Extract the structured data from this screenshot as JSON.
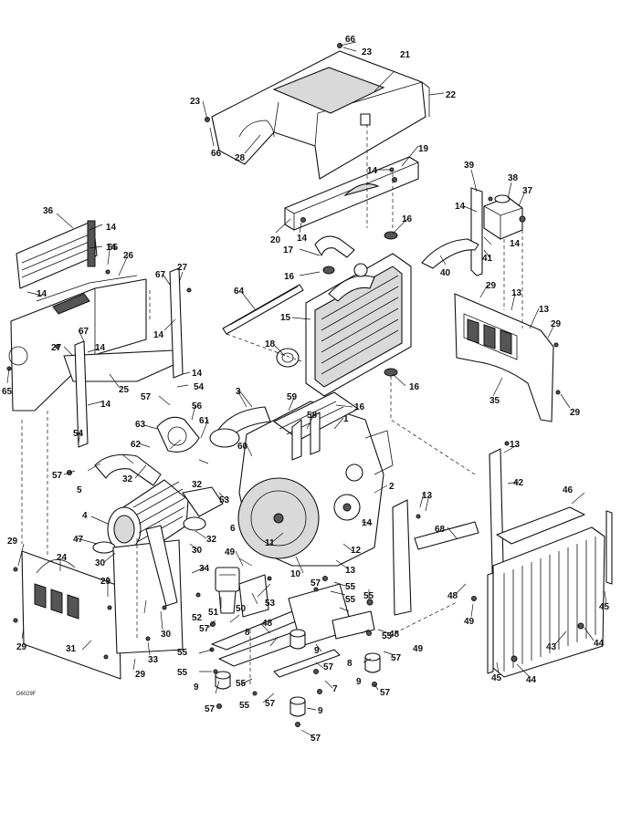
{
  "drawing": {
    "code": "D6029F",
    "callouts": {
      "c1": "1",
      "c2": "2",
      "c3": "3",
      "c4": "4",
      "c5": "5",
      "c6": "6",
      "c7": "7",
      "c8": "8",
      "c9": "9",
      "c10": "10",
      "c11": "11",
      "c12": "12",
      "c13": "13",
      "c14": "14",
      "c15": "15",
      "c16": "16",
      "c17": "17",
      "c18": "18",
      "c19": "19",
      "c20": "20",
      "c21": "21",
      "c22": "22",
      "c23": "23",
      "c24": "24",
      "c25": "25",
      "c26": "26",
      "c27": "27",
      "c28": "28",
      "c29": "29",
      "c30": "30",
      "c31": "31",
      "c32": "32",
      "c33": "33",
      "c34": "34",
      "c35": "35",
      "c36": "36",
      "c37": "37",
      "c38": "38",
      "c39": "39",
      "c40": "40",
      "c41": "41",
      "c42": "42",
      "c43": "43",
      "c44": "44",
      "c45": "45",
      "c46": "46",
      "c47": "47",
      "c48": "48",
      "c49": "49",
      "c50": "50",
      "c51": "51",
      "c52": "52",
      "c53": "53",
      "c54": "54",
      "c55": "55",
      "c56": "56",
      "c57": "57",
      "c58": "58",
      "c59": "59",
      "c60": "60",
      "c61": "61",
      "c62": "62",
      "c63": "63",
      "c64": "64",
      "c65": "65",
      "c66": "66",
      "c67": "67",
      "c68": "68"
    }
  }
}
